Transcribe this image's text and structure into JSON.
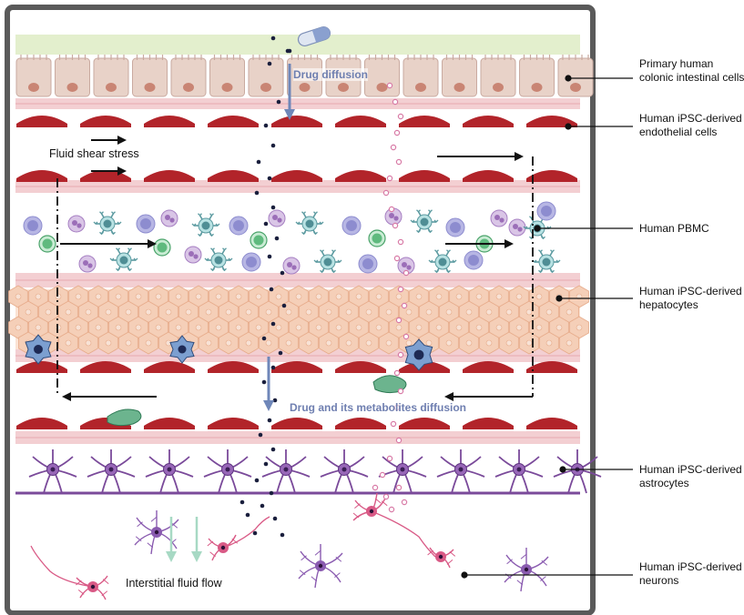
{
  "labels": {
    "epithelial": "Primary human colonic intestinal cells",
    "endothelial": "Human iPSC-derived endothelial cells",
    "pbmc": "Human PBMC",
    "hepatocytes": "Human iPSC-derived hepatocytes",
    "astrocytes": "Human iPSC-derived astrocytes",
    "neurons": "Human iPSC-derived neurons"
  },
  "annotations": {
    "drug_diffusion": "Drug  diffusion",
    "metabolites_diffusion": "Drug  and its metabolites diffusion",
    "fluid_shear_stress": "Fluid shear stress",
    "interstitial_flow": "Interstitial fluid flow"
  },
  "colors": {
    "frame": "#5a5a5a",
    "mucus": "#e3efcd",
    "epithelial_cell": "#e8d2c8",
    "nucleus": "#c98574",
    "endothelial": "#b2242a",
    "membrane": "#f3cfd2",
    "hepatocyte": "#f5cfb8",
    "astrocyte": "#7a4a9a",
    "neuron_pink": "#d95a86",
    "drug_dot": "#1a1f3d",
    "metabolite": "#d87aa6",
    "arrow_blue": "#6f87b9"
  }
}
